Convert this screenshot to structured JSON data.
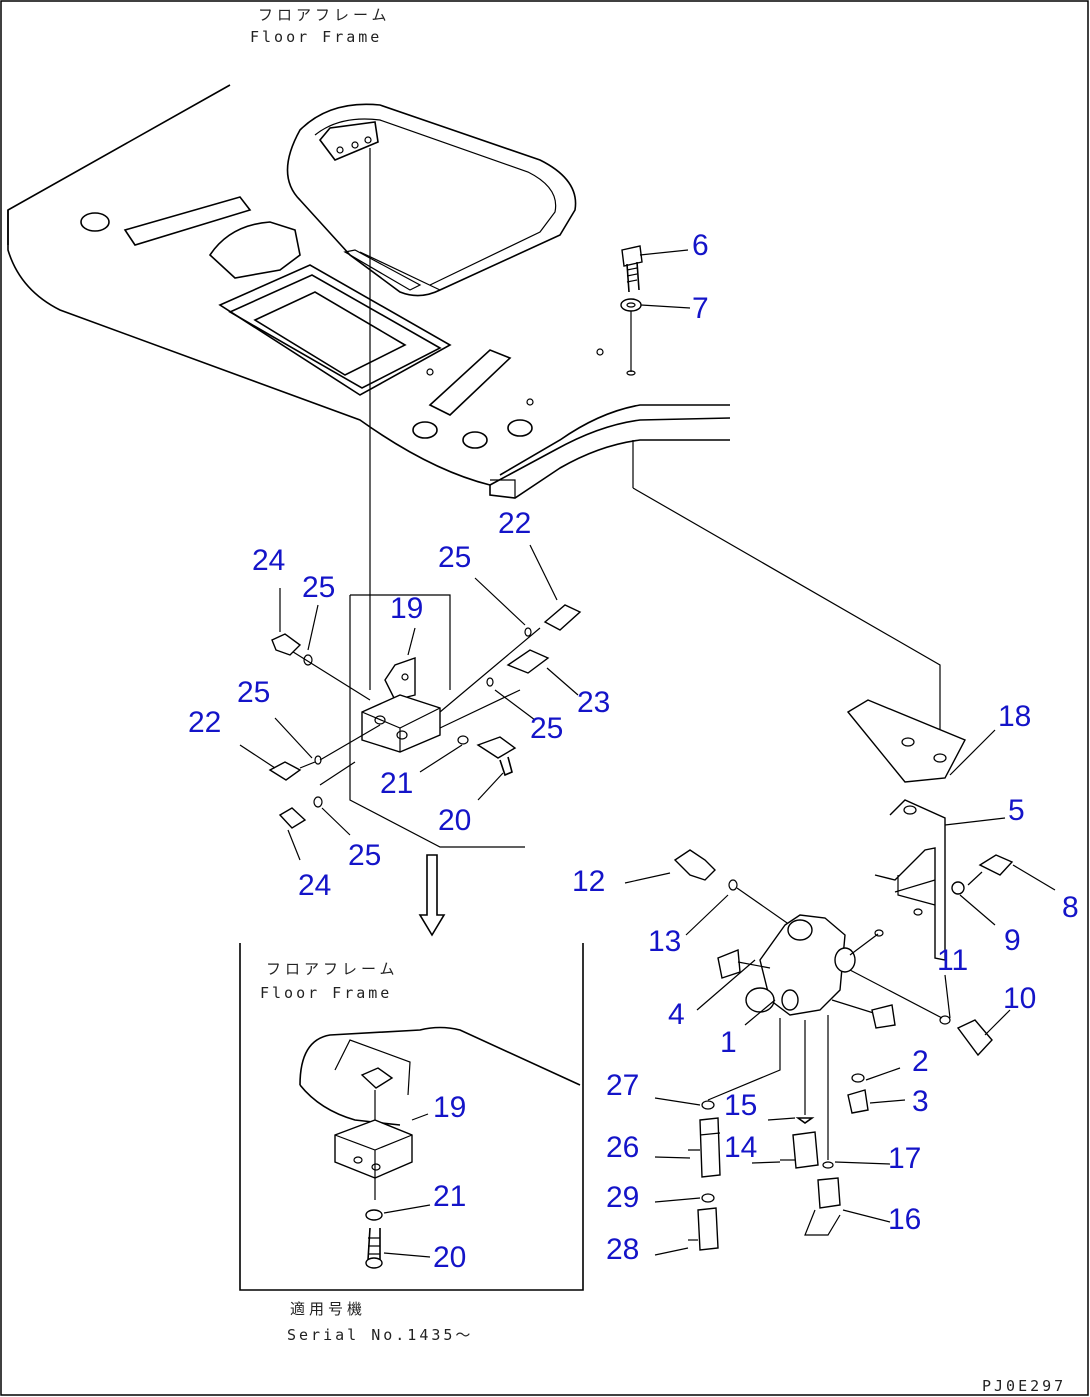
{
  "labels": {
    "floor_frame_jp": "フロアフレーム",
    "floor_frame_en": "Floor Frame",
    "inset_floor_frame_jp": "フロアフレーム",
    "inset_floor_frame_en": "Floor Frame",
    "serial_jp": "適用号機",
    "serial_en": "Serial No.1435〜",
    "drawing_code": "PJ0E297"
  },
  "callouts": [
    {
      "id": "c6",
      "text": "6"
    },
    {
      "id": "c7",
      "text": "7"
    },
    {
      "id": "c22a",
      "text": "22"
    },
    {
      "id": "c25a",
      "text": "25"
    },
    {
      "id": "c24a",
      "text": "24"
    },
    {
      "id": "c25b",
      "text": "25"
    },
    {
      "id": "c19a",
      "text": "19"
    },
    {
      "id": "c23",
      "text": "23"
    },
    {
      "id": "c25c",
      "text": "25"
    },
    {
      "id": "c25d",
      "text": "25"
    },
    {
      "id": "c22b",
      "text": "22"
    },
    {
      "id": "c21a",
      "text": "21"
    },
    {
      "id": "c20a",
      "text": "20"
    },
    {
      "id": "c25e",
      "text": "25"
    },
    {
      "id": "c24b",
      "text": "24"
    },
    {
      "id": "c18",
      "text": "18"
    },
    {
      "id": "c5",
      "text": "5"
    },
    {
      "id": "c8",
      "text": "8"
    },
    {
      "id": "c9",
      "text": "9"
    },
    {
      "id": "c12",
      "text": "12"
    },
    {
      "id": "c13",
      "text": "13"
    },
    {
      "id": "c11",
      "text": "11"
    },
    {
      "id": "c10",
      "text": "10"
    },
    {
      "id": "c4",
      "text": "4"
    },
    {
      "id": "c1",
      "text": "1"
    },
    {
      "id": "c2",
      "text": "2"
    },
    {
      "id": "c3",
      "text": "3"
    },
    {
      "id": "c27",
      "text": "27"
    },
    {
      "id": "c15",
      "text": "15"
    },
    {
      "id": "c26",
      "text": "26"
    },
    {
      "id": "c14",
      "text": "14"
    },
    {
      "id": "c17",
      "text": "17"
    },
    {
      "id": "c29",
      "text": "29"
    },
    {
      "id": "c16",
      "text": "16"
    },
    {
      "id": "c28",
      "text": "28"
    },
    {
      "id": "c19b",
      "text": "19"
    },
    {
      "id": "c21b",
      "text": "21"
    },
    {
      "id": "c20b",
      "text": "20"
    }
  ],
  "colors": {
    "callout": "#1414c8",
    "line": "#000000",
    "background": "#ffffff"
  }
}
